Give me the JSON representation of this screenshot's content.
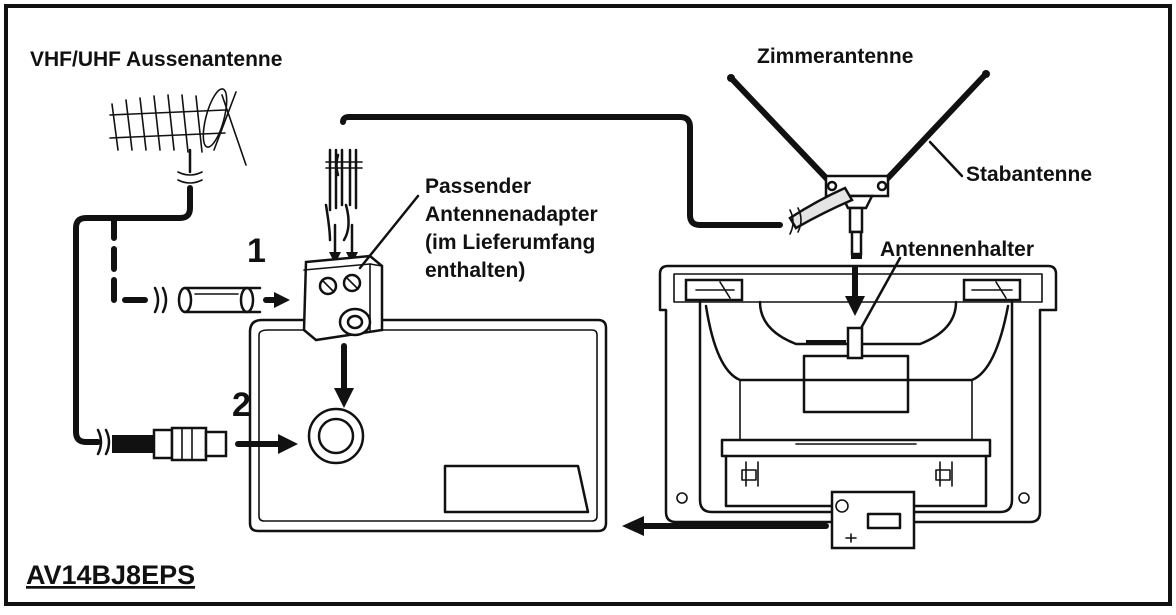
{
  "labels": {
    "outdoor_antenna": "VHF/UHF Aussenantenne",
    "indoor_antenna": "Zimmerantenne",
    "rod_antenna": "Stabantenne",
    "adapter_line1": "Passender",
    "adapter_line2": "Antennenadapter",
    "adapter_line3": "(im Lieferumfang",
    "adapter_line4": "enthalten)",
    "antenna_holder": "Antennenhalter",
    "step1": "1",
    "step2": "2",
    "model": "AV14BJ8EPS"
  },
  "colors": {
    "ink": "#111111",
    "background": "#ffffff",
    "panel_fill": "#e4e4e4"
  }
}
